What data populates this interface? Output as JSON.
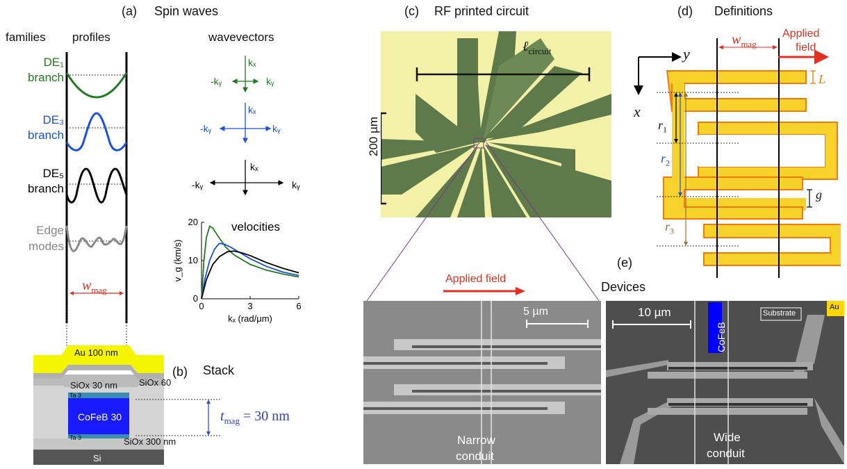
{
  "panel_a": {
    "tag": "(a)",
    "title": "Spin waves",
    "col_families": "families",
    "col_profiles": "profiles",
    "col_wavevectors": "wavevectors",
    "branches": [
      {
        "name": "DE₁",
        "sub": "branch",
        "color": "#1f7a1f"
      },
      {
        "name": "DE₃",
        "sub": "branch",
        "color": "#1a4fe0"
      },
      {
        "name": "DE₅",
        "sub": "branch",
        "color": "#000000"
      },
      {
        "name": "Edge",
        "sub": "modes",
        "color": "#888888"
      }
    ],
    "wmag_label": "w",
    "wmag_sub": "mag",
    "wavevector_labels": {
      "kx": "kₓ",
      "ky": "kᵧ",
      "mky": "-kᵧ"
    },
    "velocities_title": "velocities"
  },
  "chart_data": {
    "type": "line",
    "title": "velocities",
    "xlabel": "kₓ (rad/μm)",
    "ylabel": "v_g (km/s)",
    "xlim": [
      0,
      6
    ],
    "ylim": [
      0,
      20
    ],
    "xticks": [
      "0",
      "3",
      "6"
    ],
    "yticks": [
      "0",
      "10",
      "20"
    ],
    "series": [
      {
        "color": "#1f7a1f",
        "x": [
          0,
          0.15,
          0.3,
          0.5,
          0.7,
          1.0,
          1.5,
          2.0,
          3.0,
          4.0,
          5.0,
          6.0
        ],
        "y": [
          0,
          10,
          16,
          19,
          18.5,
          16.5,
          13.5,
          11.5,
          9,
          7.5,
          6.5,
          5.7
        ]
      },
      {
        "color": "#1a4fe0",
        "x": [
          0,
          0.2,
          0.5,
          0.8,
          1.1,
          1.4,
          1.8,
          2.4,
          3.0,
          4.0,
          5.0,
          6.0
        ],
        "y": [
          0,
          5,
          10,
          13,
          14.5,
          14.3,
          13.5,
          12,
          10.5,
          8.5,
          7,
          6.1
        ]
      },
      {
        "color": "#000000",
        "x": [
          0,
          0.3,
          0.7,
          1.1,
          1.6,
          2.0,
          2.5,
          3.0,
          4.0,
          5.0,
          6.0
        ],
        "y": [
          0,
          5,
          9,
          11,
          12.3,
          12.5,
          12,
          11.3,
          9.5,
          8,
          6.8
        ]
      }
    ]
  },
  "panel_b": {
    "tag": "(b)",
    "title": "Stack",
    "layers": {
      "au": "Au 100 nm",
      "siox30": "SiOx 30 nm",
      "siox60": "SiOx 60",
      "ta_top": "Ta 3",
      "cofeb": "CoFeB 30",
      "ta_bot": "Ta 3",
      "siox300": "SiOx 300 nm",
      "si": "Si"
    },
    "tmag_label": "t",
    "tmag_sub": "mag",
    "tmag_value": " = 30 nm",
    "colors": {
      "au": "#f5f500",
      "cofeb": "#1a1aff",
      "ta": "#3a8fb0",
      "siox": "#d0d0d0",
      "si": "#555555"
    }
  },
  "panel_c": {
    "tag": "(c)",
    "title": "RF printed circuit",
    "scale_label": "200 µm",
    "length_label": "ℓ",
    "length_sub": "circuit",
    "applied_field": "Applied field",
    "sem_scale": "5 µm",
    "conduit_line1": "Narrow",
    "conduit_line2": "conduit"
  },
  "panel_d": {
    "tag": "(d)",
    "title": "Definitions",
    "applied_line1": "Applied",
    "applied_line2": "field",
    "axis_y": "y",
    "axis_x": "x",
    "wmag_label": "w",
    "wmag_sub": "mag",
    "L": "L",
    "g": "g",
    "r1": "r",
    "r1_sub": "1",
    "r2": "r",
    "r2_sub": "2",
    "r3": "r",
    "r3_sub": "3"
  },
  "panel_e": {
    "tag": "(e)",
    "title": "Devices",
    "scale": "10 µm",
    "cofeb": "CoFeB",
    "substrate": "Substrate",
    "au": "Au",
    "conduit_line1": "Wide",
    "conduit_line2": "conduit"
  }
}
